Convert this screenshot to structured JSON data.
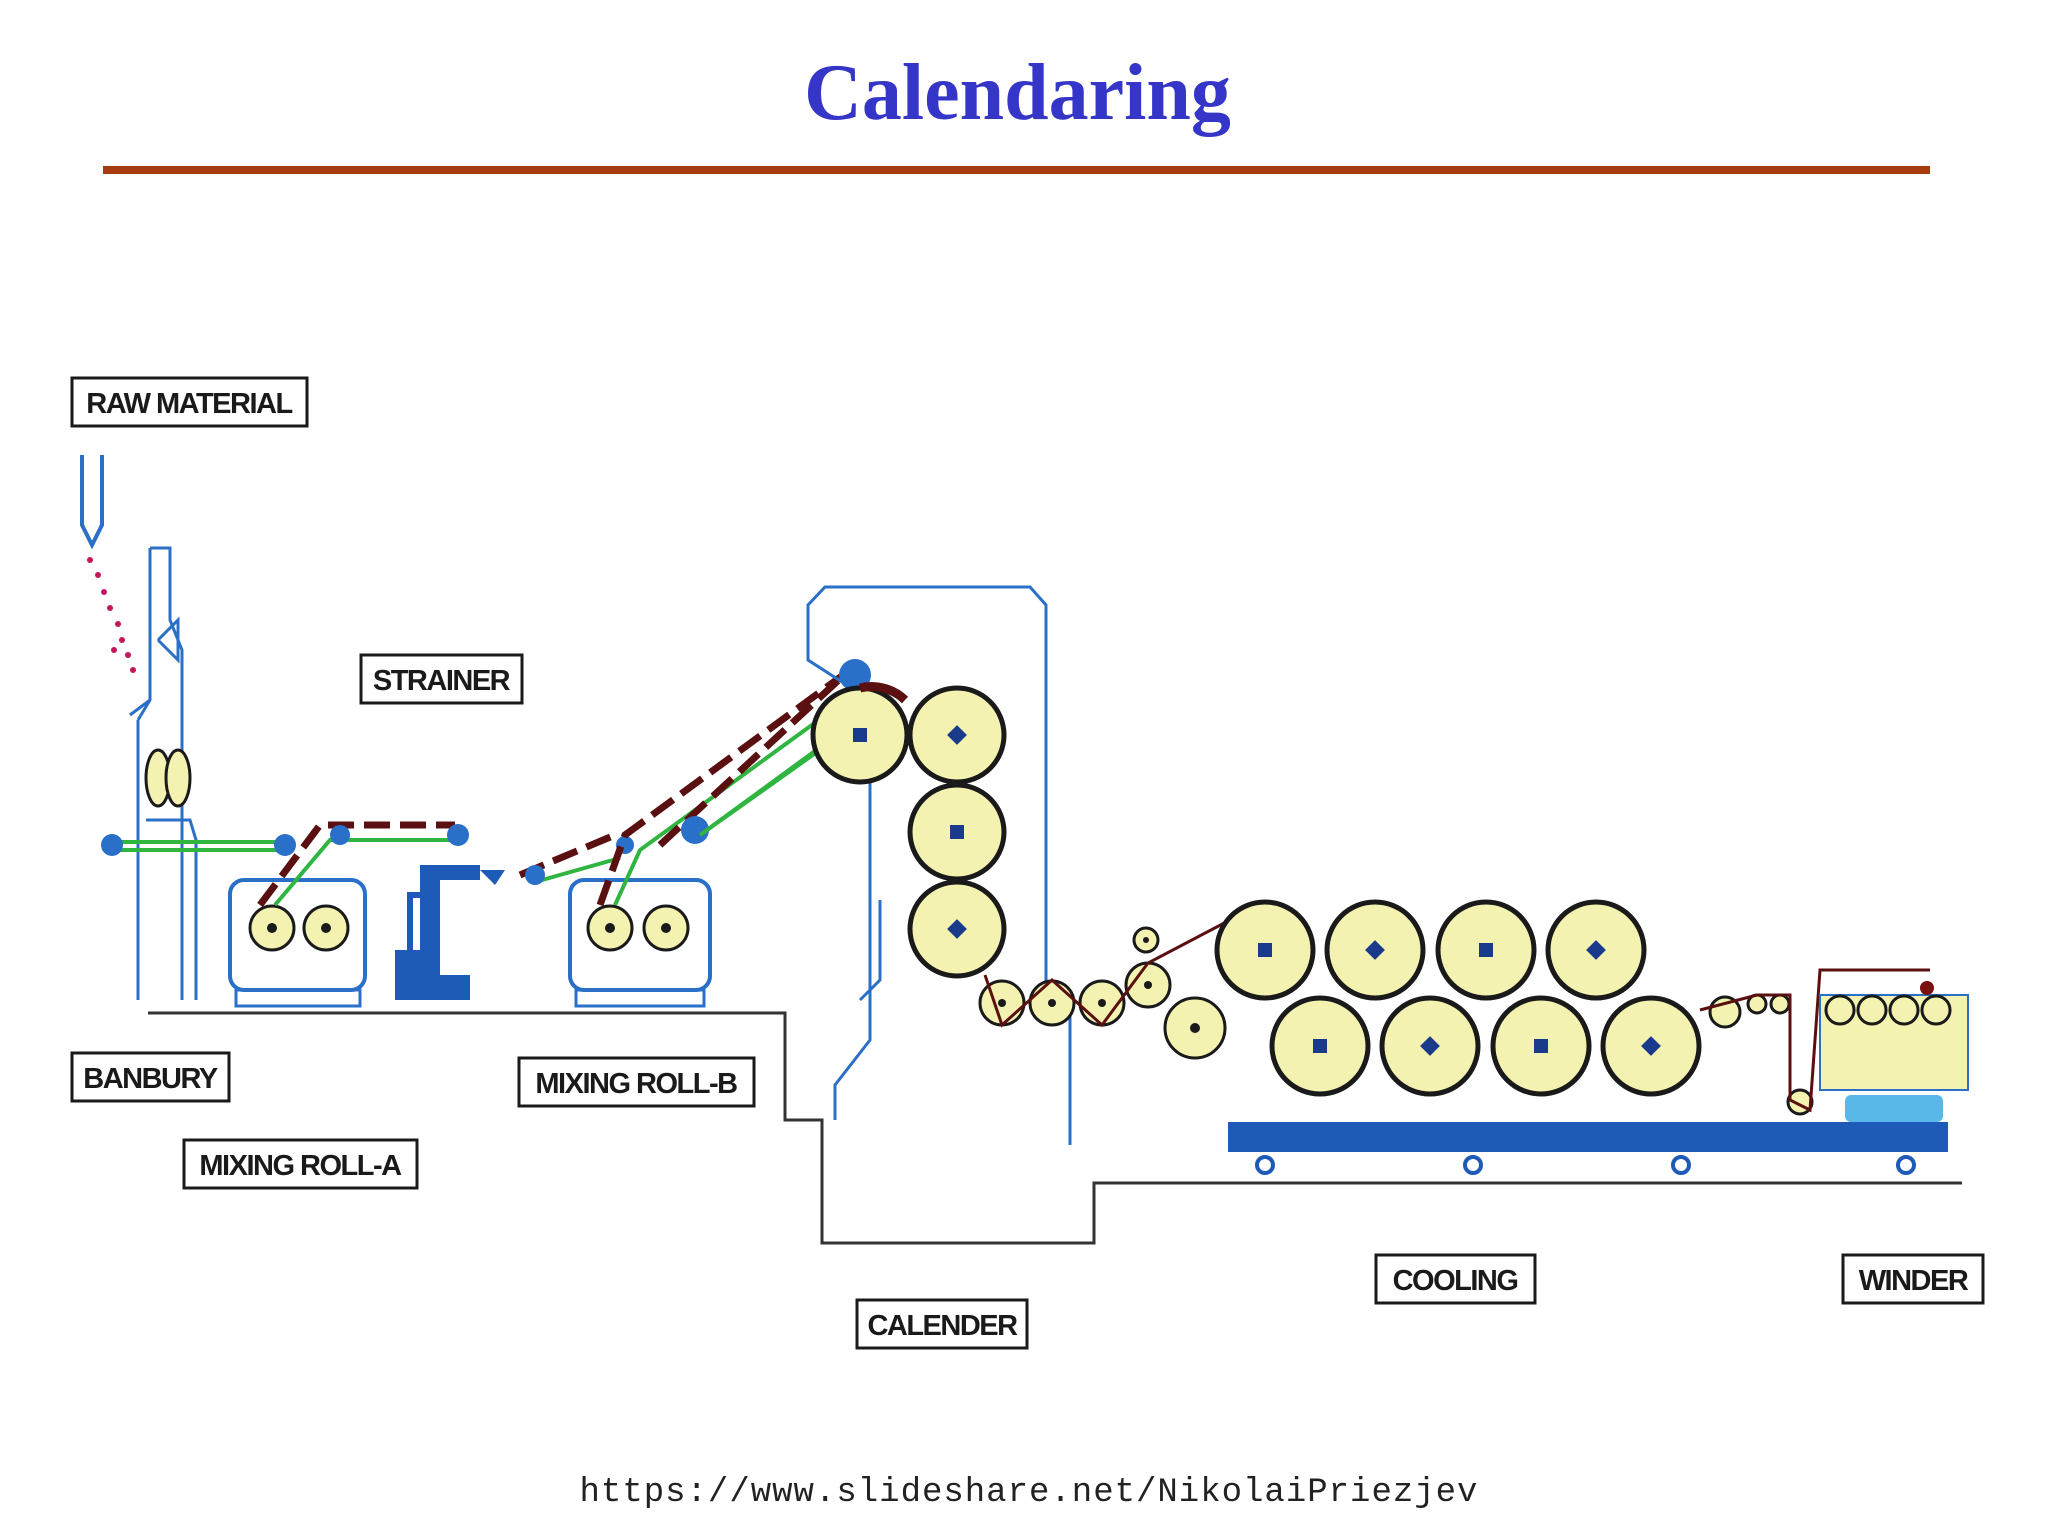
{
  "slide": {
    "title": "Calendaring",
    "footer_url": "https://www.slideshare.net/NikolaiPriezjev"
  },
  "labels": {
    "raw_material": "RAW MATERIAL",
    "strainer": "STRAINER",
    "banbury": "BANBURY",
    "mixing_roll_a": "MIXING ROLL-A",
    "mixing_roll_b": "MIXING ROLL-B",
    "calender": "CALENDER",
    "cooling": "COOLING",
    "winder": "WINDER"
  },
  "colors": {
    "title": "#3535c8",
    "rule": "#a63c10",
    "roll_fill": "#f4f2b0",
    "machine_blue": "#1e5bb8",
    "belt_green": "#2fb540",
    "sheet_dark": "#5a1010"
  }
}
